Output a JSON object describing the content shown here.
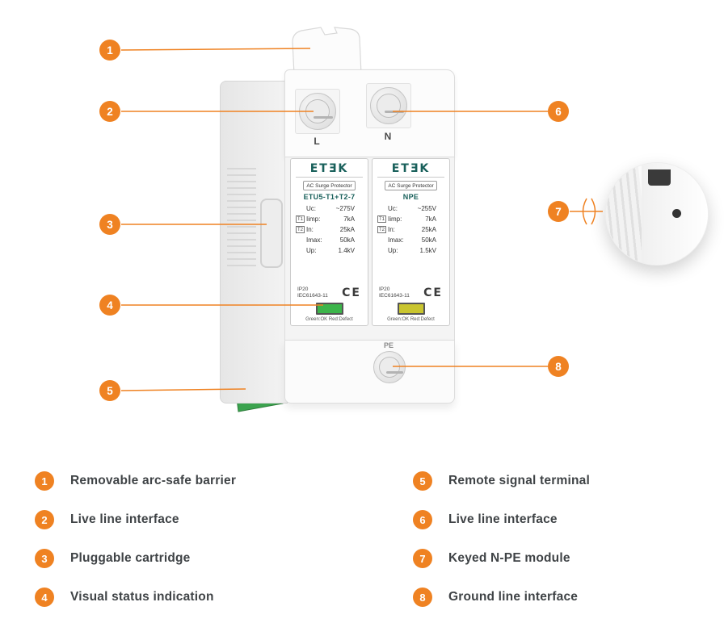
{
  "colors": {
    "accent_orange": "#EF8222",
    "brand_teal": "#19605B",
    "terminal_green": "#3BA34E",
    "status_green": "#3CB54A",
    "status_yellow": "#C9C52F"
  },
  "legend": {
    "left": [
      {
        "num": "1",
        "label": "Removable arc-safe barrier"
      },
      {
        "num": "2",
        "label": "Live line interface"
      },
      {
        "num": "3",
        "label": "Pluggable cartridge"
      },
      {
        "num": "4",
        "label": "Visual status indication"
      }
    ],
    "right": [
      {
        "num": "5",
        "label": "Remote signal terminal"
      },
      {
        "num": "6",
        "label": "Live line interface"
      },
      {
        "num": "7",
        "label": "Keyed N-PE module"
      },
      {
        "num": "8",
        "label": "Ground line interface"
      }
    ]
  },
  "device": {
    "terminals": {
      "live": "L",
      "neutral": "N",
      "ground": "PE"
    },
    "modules": [
      {
        "brand": "ETƎK",
        "type_label": "AC Surge Protector",
        "model": "ETU5-T1+T2-7",
        "specs": [
          {
            "tag": "",
            "label": "Uc:",
            "value": "~275V"
          },
          {
            "tag": "T1",
            "label": "Iimp:",
            "value": "7kA"
          },
          {
            "tag": "T2",
            "label": "In:",
            "value": "25kA"
          },
          {
            "tag": "",
            "label": "Imax:",
            "value": "50kA"
          },
          {
            "tag": "",
            "label": "Up:",
            "value": "1.4kV"
          }
        ],
        "ip": "IP20",
        "standard": "IEC61643-11",
        "ce_mark": "CE",
        "status_style": "background:#3CB54A",
        "status_note": "Green:OK  Red:Defect"
      },
      {
        "brand": "ETƎK",
        "type_label": "AC Surge Protector",
        "model": "NPE",
        "specs": [
          {
            "tag": "",
            "label": "Uc:",
            "value": "~255V"
          },
          {
            "tag": "T1",
            "label": "Iimp:",
            "value": "7kA"
          },
          {
            "tag": "T2",
            "label": "In:",
            "value": "25kA"
          },
          {
            "tag": "",
            "label": "Imax:",
            "value": "50kA"
          },
          {
            "tag": "",
            "label": "Up:",
            "value": "1.5kV"
          }
        ],
        "ip": "IP20",
        "standard": "IEC61643-11",
        "ce_mark": "CE",
        "status_style": "background:#C9C52F",
        "status_note": "Green:OK  Red:Defect"
      }
    ]
  }
}
